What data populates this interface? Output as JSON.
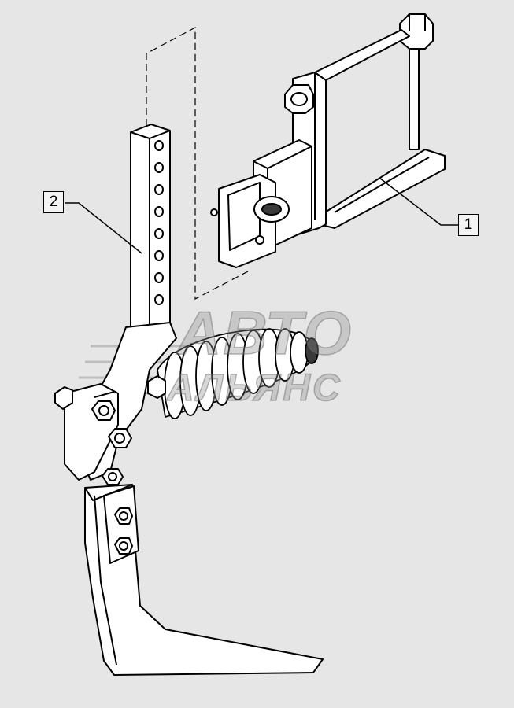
{
  "diagram": {
    "callouts": [
      {
        "id": "1",
        "label": "1"
      },
      {
        "id": "2",
        "label": "2"
      }
    ],
    "watermark": {
      "line1": "АВТО",
      "line2": "АЛЬЯНС"
    },
    "colors": {
      "background": "#e6e6e6",
      "part_fill": "#ffffff",
      "stroke": "#000000",
      "shade": "#3a3a3a"
    }
  }
}
